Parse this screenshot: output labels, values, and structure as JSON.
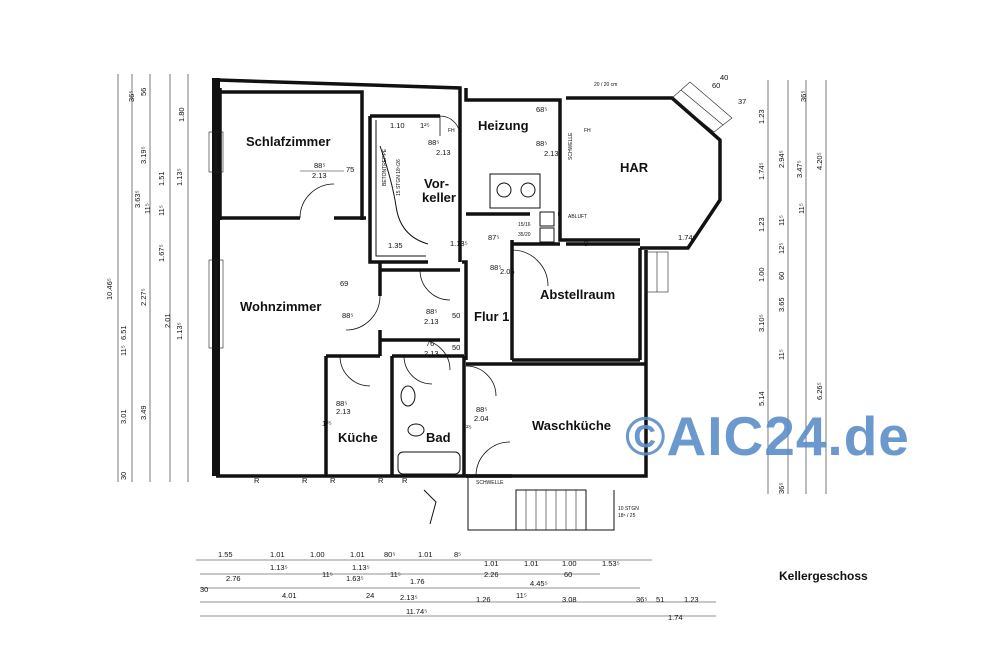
{
  "rooms": {
    "schlafzimmer": "Schlafzimmer",
    "wohnzimmer": "Wohnzimmer",
    "vorkeller_line1": "Vor-",
    "vorkeller_line2": "keller",
    "heizung": "Heizung",
    "har": "HAR",
    "abstellraum": "Abstellraum",
    "flur": "Flur 1",
    "waschkueche": "Waschküche",
    "kueche": "Küche",
    "bad": "Bad"
  },
  "annotations": {
    "betontreppe": "BETONTREPPE",
    "stgn_small": "15 STGN 18⁵/26",
    "schwelle_har": "SCHWELLE",
    "schwelle_wasch": "SCHWELLE",
    "abluft": "ABLUFT",
    "fh1": "FH",
    "fh2": "FH",
    "top_note": "20 / 20 cm",
    "stgn_bottom_1": "10 STGN",
    "stgn_bottom_2": "18⁵ / 25",
    "r1": "R",
    "r2": "R",
    "r3": "R",
    "r4": "R",
    "r5": "R"
  },
  "dims": {
    "schlaf_door_w": "88⁵",
    "schlaf_door_h": "2.13",
    "schlaf_75": "75",
    "vork_110": "1.10",
    "vork_125": "1²⁵",
    "vork_885": "88⁵",
    "vork_213": "2.13",
    "vork_135": "1.35",
    "vork_1135": "1.13⁵",
    "heiz_885": "88⁵",
    "heiz_213": "2.13",
    "heiz_685": "68⁵",
    "wohn_69": "69",
    "wohn_885": "88⁵",
    "flur_885a": "88⁵",
    "flur_213a": "2.13",
    "flur_50a": "50",
    "flur_76": "76",
    "flur_213b": "2.13",
    "flur_50b": "50",
    "flur_875": "87⁵",
    "flur_885b": "88⁵",
    "flur_205": "2.05",
    "abst_9": "9",
    "kue_885": "88⁵",
    "kue_213": "2.13",
    "kue_125": "1²⁵",
    "wasch_885": "88⁵",
    "wasch_204": "2.04",
    "wasch_125": "1²⁵",
    "har_1745": "1.74⁵",
    "wind_60": "60",
    "wind_40": "40",
    "wind_37": "37",
    "vent_1516": "15/16",
    "vent_3520": "35/20"
  },
  "left_dims": {
    "outer": "10.46⁵",
    "col1": [
      "36⁵",
      "3.63⁵",
      "11⁵",
      "6.51",
      "3.01",
      "30"
    ],
    "col2": [
      "56",
      "3.19⁵",
      "2.27⁵",
      "11⁵",
      "3.49"
    ],
    "col3": [
      "1.80",
      "1.51",
      "11⁵",
      "1.67⁵",
      "2.01"
    ],
    "col4": [
      "1.13⁵",
      "1.13⁵"
    ]
  },
  "right_dims": {
    "col1": [
      "1.23",
      "1.74⁵",
      "1.23",
      "1.00",
      "3.10⁵",
      "5.14",
      "36⁵"
    ],
    "col2": [
      "2.94⁵",
      "11⁵",
      "60",
      "3.65",
      "11⁵"
    ],
    "col3": [
      "36⁵",
      "3.47⁵",
      "11⁵",
      "12⁵"
    ],
    "col4": [
      "4.20⁵",
      "6.26⁵"
    ]
  },
  "bottom_dims": {
    "row1": [
      "1.55",
      "1.01",
      "1.00",
      "1.01",
      "80⁵",
      "1.01",
      "8⁵",
      "1.01",
      "1.01",
      "1.00",
      "1.53⁵"
    ],
    "row2": [
      "1.13⁵",
      "11⁵",
      "1.13⁵"
    ],
    "row3": [
      "2.76",
      "1.63⁵",
      "11⁵",
      "1.76",
      "2.26",
      "60"
    ],
    "row4": [
      "30",
      "4.45⁵"
    ],
    "row5": [
      "4.01",
      "24",
      "2.13⁵",
      "1.26",
      "11⁵",
      "3.08",
      "36⁵",
      "51",
      "1.23"
    ],
    "row6": [
      "11.74⁵",
      "1.74"
    ]
  },
  "floor_title": "Kellergeschoss",
  "watermark": "©AIC24.de",
  "colors": {
    "line": "#111111",
    "watermark": "#5b8ec8",
    "background": "#ffffff"
  }
}
